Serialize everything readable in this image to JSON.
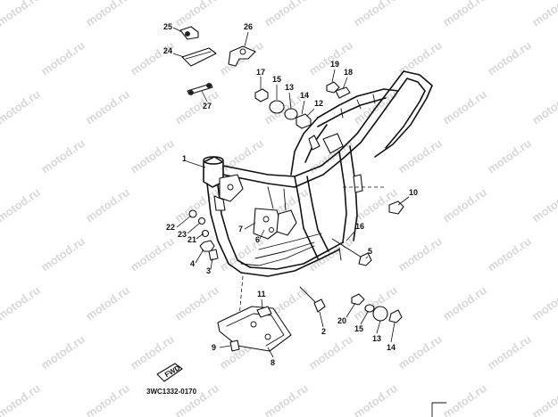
{
  "watermark": "motod.ru",
  "callouts": [
    "1",
    "2",
    "3",
    "4",
    "5",
    "6",
    "7",
    "8",
    "9",
    "10",
    "11",
    "12",
    "13",
    "14",
    "15",
    "16",
    "17",
    "18",
    "19",
    "20",
    "21",
    "22",
    "23",
    "24",
    "25",
    "26",
    "27",
    "13",
    "14",
    "15"
  ],
  "drawing_code": "3WC1332-0170",
  "front_badge_text": "FWD"
}
